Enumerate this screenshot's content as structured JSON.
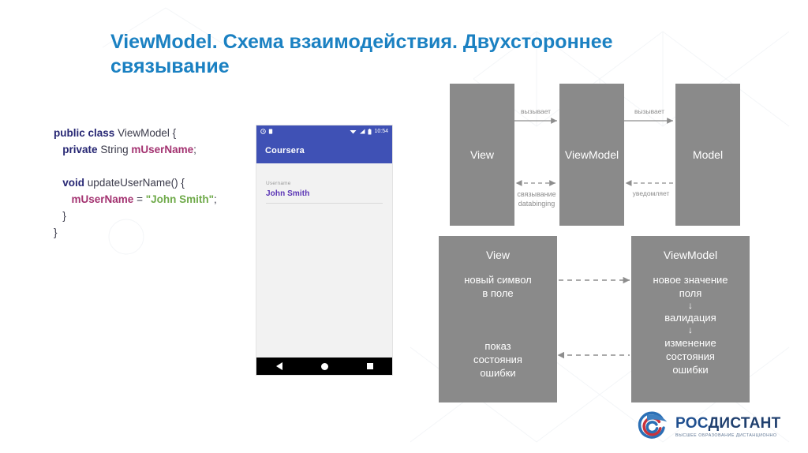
{
  "slide": {
    "title_strong": "ViewModel.",
    "title_rest": " Схема взаимодействия. Двухстороннее связывание"
  },
  "code": {
    "lines": [
      {
        "tokens": [
          {
            "t": "public",
            "c": "kw"
          },
          {
            "t": " ",
            "c": "punct"
          },
          {
            "t": "class",
            "c": "kw"
          },
          {
            "t": " ",
            "c": "punct"
          },
          {
            "t": "ViewModel",
            "c": "type"
          },
          {
            "t": " {",
            "c": "punct"
          }
        ]
      },
      {
        "tokens": [
          {
            "t": "   ",
            "c": "punct"
          },
          {
            "t": "private",
            "c": "kw"
          },
          {
            "t": " ",
            "c": "punct"
          },
          {
            "t": "String",
            "c": "type"
          },
          {
            "t": " ",
            "c": "punct"
          },
          {
            "t": "mUserName",
            "c": "field"
          },
          {
            "t": ";",
            "c": "punct"
          }
        ]
      },
      {
        "tokens": []
      },
      {
        "tokens": [
          {
            "t": "   ",
            "c": "punct"
          },
          {
            "t": "void",
            "c": "kw"
          },
          {
            "t": " ",
            "c": "punct"
          },
          {
            "t": "updateUserName()",
            "c": "ident"
          },
          {
            "t": " {",
            "c": "punct"
          }
        ]
      },
      {
        "tokens": [
          {
            "t": "      ",
            "c": "punct"
          },
          {
            "t": "mUserName",
            "c": "field"
          },
          {
            "t": " = ",
            "c": "punct"
          },
          {
            "t": "\"John Smith\"",
            "c": "str"
          },
          {
            "t": ";",
            "c": "punct"
          }
        ]
      },
      {
        "tokens": [
          {
            "t": "   }",
            "c": "punct"
          }
        ]
      },
      {
        "tokens": [
          {
            "t": "}",
            "c": "punct"
          }
        ]
      }
    ]
  },
  "phone": {
    "status_time": "10:54",
    "app_title": "Coursera",
    "field_label": "Username",
    "field_value": "John Smith",
    "nav": {
      "back": "back-triangle",
      "home": "home-circle",
      "recents": "recents-square"
    },
    "status_icons": [
      "clock-icon",
      "sim-icon",
      "wifi-icon",
      "signal-icon",
      "battery-icon"
    ]
  },
  "diagram_top": {
    "boxes": [
      {
        "label": "View"
      },
      {
        "label": "ViewModel"
      },
      {
        "label": "Model"
      }
    ],
    "connectors": [
      {
        "label": "вызывает",
        "style": "solid",
        "direction": "right"
      },
      {
        "label": "вызывает",
        "style": "solid",
        "direction": "right"
      },
      {
        "label": "связывание\ndatabinging",
        "style": "dashed",
        "direction": "both"
      },
      {
        "label": "уведомляет",
        "style": "dashed",
        "direction": "left"
      }
    ]
  },
  "diagram_bottom": {
    "left": {
      "heading": "View",
      "block_top": "новый символ\nв поле",
      "block_bottom": "показ\nсостояния\nошибки"
    },
    "right": {
      "heading": "ViewModel",
      "block_top": "новое значение\nполя",
      "arrow1": "↓",
      "step1": "валидация",
      "arrow2": "↓",
      "block_bottom": "изменение\nсостояния\nошибки"
    },
    "connectors": [
      {
        "style": "dashed",
        "direction": "right"
      },
      {
        "style": "dashed",
        "direction": "left"
      }
    ]
  },
  "logo": {
    "main_part1": "РОС",
    "main_part2": "ДИСТАНТ",
    "tagline": "ВЫСШЕЕ ОБРАЗОВАНИЕ ДИСТАНЦИОННО",
    "mark": "swirl-icon"
  },
  "colors": {
    "title_blue": "#1b81c2",
    "box_gray": "#8a8a8a",
    "appbar_indigo": "#3f51b5",
    "value_purple": "#5a34b5",
    "code_keyword": "#262673",
    "code_field": "#a33270",
    "code_string": "#6faa4a",
    "logo_blue": "#1f4f8f"
  }
}
